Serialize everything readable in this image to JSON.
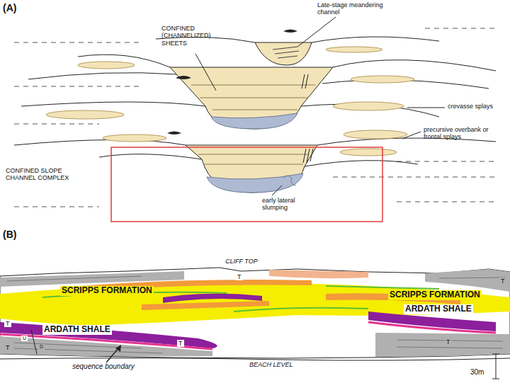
{
  "diagram": {
    "labels": [
      "(A)",
      "Late-stage meandering channel",
      "CONFINED (CHANNELIZED) SHEETS",
      "crevasse splays",
      "precursive overbank or frontal splays",
      "CONFINED SLOPE CHANNEL COMPLEX",
      "early lateral slumping",
      "(B)",
      "CLIFF TOP",
      "T",
      "SCRIPPS FORMATION",
      "SCRIPPS FORMATION",
      "ARDATH SHALE",
      "T",
      "ARDATH SHALE",
      "T",
      "T",
      "U",
      "D",
      "T",
      "T",
      "sequence boundary",
      "BEACH LEVEL",
      "30m"
    ]
  }
}
